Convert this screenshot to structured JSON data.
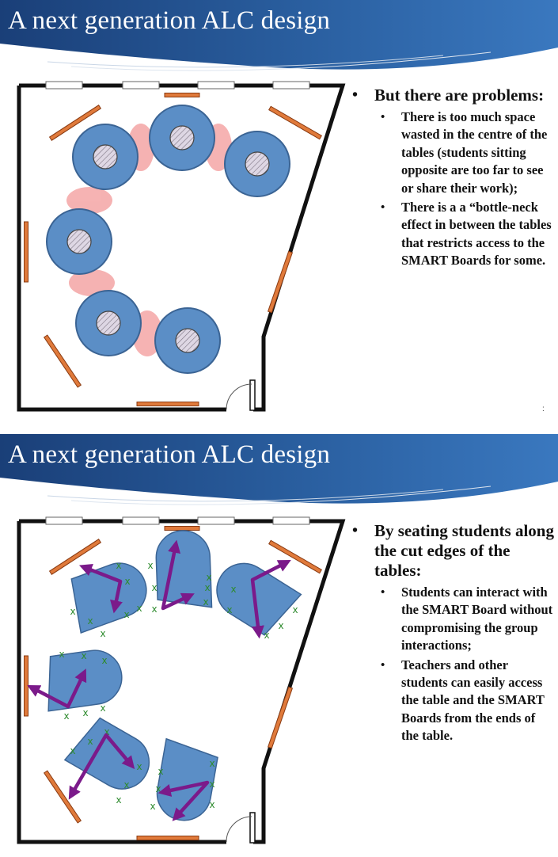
{
  "colors": {
    "title_bar": "#1f4f8f",
    "table_fill": "#5b8ec6",
    "table_stroke": "#3b6494",
    "board_fill": "#e07a3b",
    "bottleneck": "#f08080",
    "arrow": "#7b1a8a",
    "seat_x": "#2e8b2e"
  },
  "slides": [
    {
      "title": "A next generation ALC design",
      "bullet": "But there are problems:",
      "sub_bullets": [
        "There is too much space wasted in the centre of the tables (students sitting opposite are too far to see or share their work);",
        "There is a a “bottle-neck effect in between the tables that restricts access to the SMART Boards for some."
      ],
      "corner_mark": ":"
    },
    {
      "title": "A next generation ALC design",
      "bullet": "By seating students along the cut edges of the tables:",
      "sub_bullets": [
        "Students can interact with the SMART Board without compromising the group interactions;",
        "Teachers and other students can easily access the table and the SMART Boards from the ends of the table."
      ],
      "seat_marker": "x"
    }
  ]
}
